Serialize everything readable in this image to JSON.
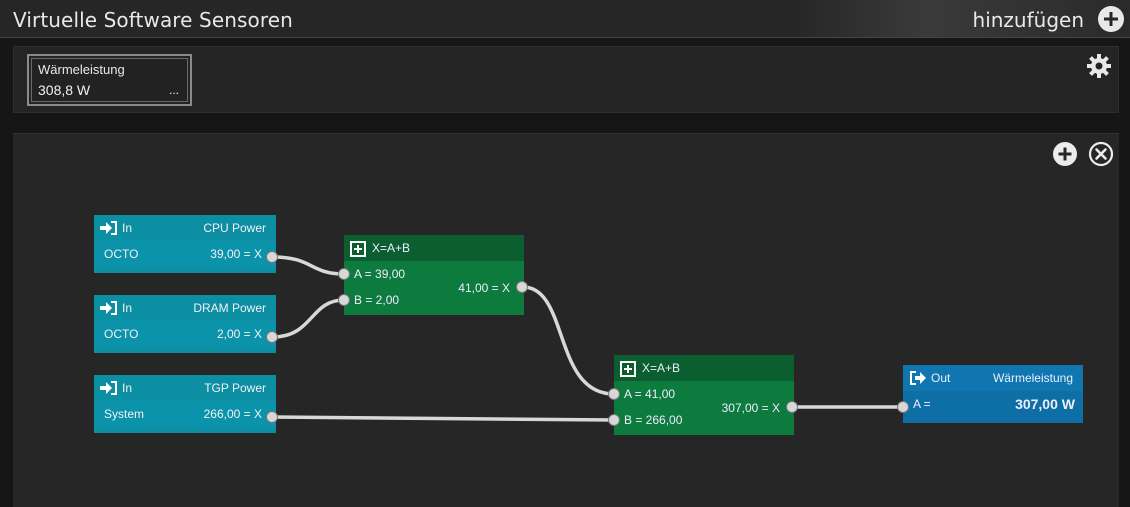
{
  "window": {
    "title": "Virtuelle Software Sensoren",
    "add_label": "hinzufügen"
  },
  "sensor_tile": {
    "name": "Wärmeleistung",
    "value": "308,8 W",
    "more": "..."
  },
  "icons": {
    "add": "plus-circle-icon",
    "settings": "gear-icon",
    "canvas_add": "plus-circle-icon",
    "canvas_close": "close-circle-icon",
    "input": "sign-in-icon",
    "output": "sign-out-icon",
    "sum": "plus-square-icon"
  },
  "colors": {
    "input_node": "#0c8ea3",
    "add_node": "#0d7a3e",
    "add_header": "#0a5e30",
    "output_node": "#0e6fa6",
    "wire": "#d8d8d8"
  },
  "nodes": {
    "in_cpu": {
      "kind": "In",
      "sensor": "CPU Power",
      "source": "OCTO",
      "value": "39,00 = X"
    },
    "in_dram": {
      "kind": "In",
      "sensor": "DRAM Power",
      "source": "OCTO",
      "value": "2,00 = X"
    },
    "in_tgp": {
      "kind": "In",
      "sensor": "TGP Power",
      "source": "System",
      "value": "266,00 = X"
    },
    "add1": {
      "formula": "X=A+B",
      "a": "A = 39,00",
      "b": "B = 2,00",
      "result": "41,00 = X"
    },
    "add2": {
      "formula": "X=A+B",
      "a": "A = 41,00",
      "b": "B = 266,00",
      "result": "307,00 = X"
    },
    "out": {
      "kind": "Out",
      "sensor": "Wärmeleistung",
      "a": "A =",
      "value": "307,00 W"
    }
  }
}
